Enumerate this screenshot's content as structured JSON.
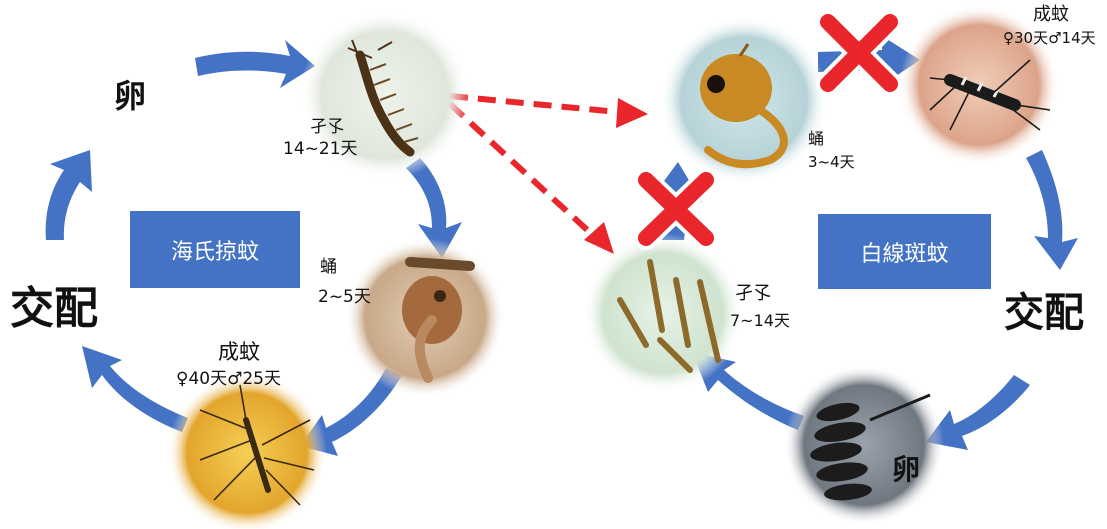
{
  "left_cycle": {
    "title": "海氏掠蚊",
    "egg": "卵",
    "mating": "交配",
    "larva": {
      "name": "孑孓",
      "duration": "14~21天"
    },
    "pupa": {
      "name": "蛹",
      "duration": "2~5天"
    },
    "adult": {
      "name": "成蚊",
      "lifespan": "♀40天♂25天"
    }
  },
  "right_cycle": {
    "title": "白線斑蚊",
    "egg": "卵",
    "mating": "交配",
    "larva": {
      "name": "孑孓",
      "duration": "7~14天"
    },
    "pupa": {
      "name": "蛹",
      "duration": "3~4天"
    },
    "adult": {
      "name": "成蚊",
      "lifespan": "♀30天♂14天"
    }
  },
  "colors": {
    "arrow": "#4472c4",
    "predation_arrow": "#e8262b",
    "blocked_mark": "#e8262b",
    "title_box": "#4472c4"
  }
}
